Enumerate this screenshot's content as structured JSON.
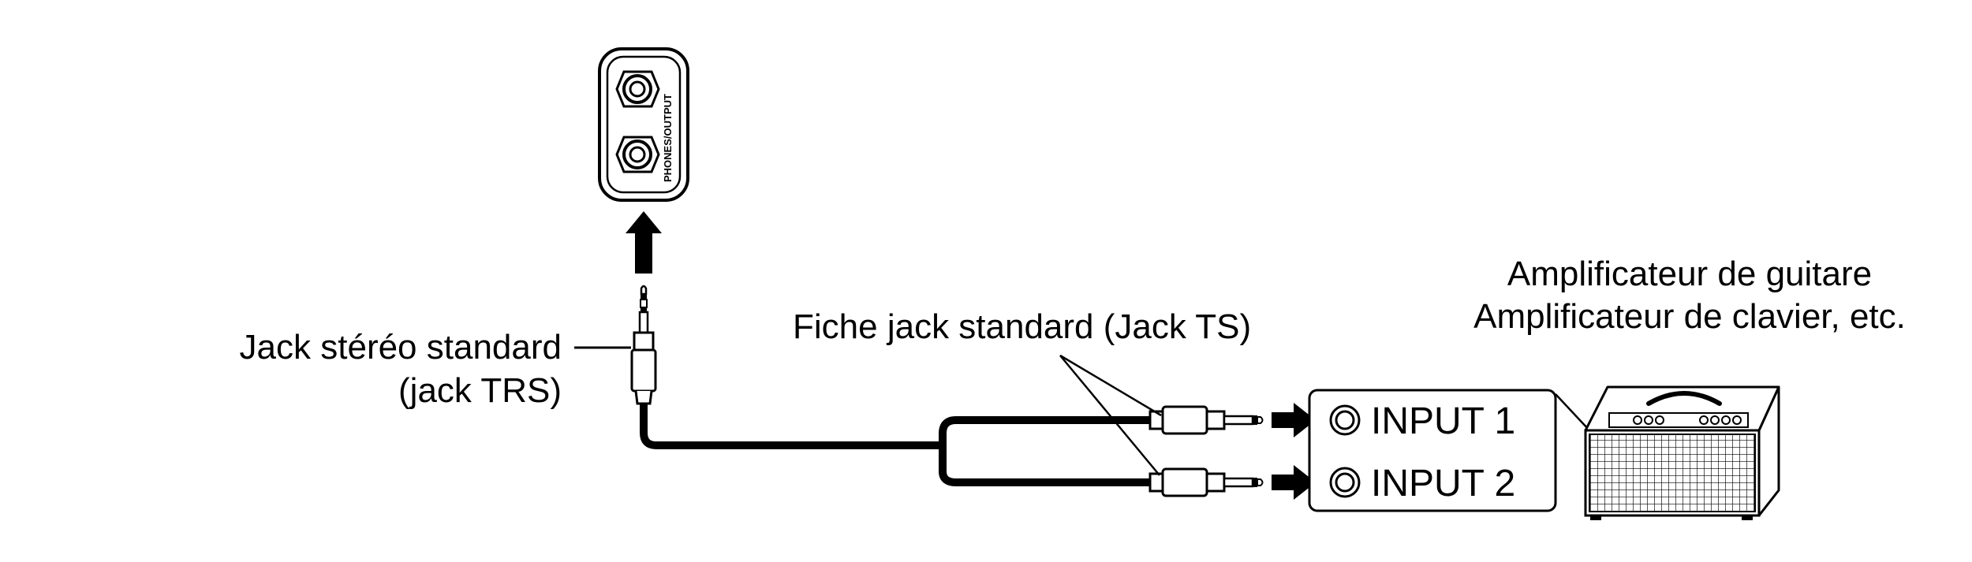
{
  "panel": {
    "label": "PHONES/OUTPUT"
  },
  "trs": {
    "line1": "Jack stéréo standard",
    "line2": "(jack TRS)"
  },
  "ts": {
    "label": "Fiche jack standard (Jack TS)"
  },
  "amp": {
    "line1": "Amplificateur de guitare",
    "line2": "Amplificateur de clavier, etc."
  },
  "inputs": [
    {
      "label": "INPUT 1"
    },
    {
      "label": "INPUT 2"
    }
  ],
  "colors": {
    "ink": "#000000",
    "background": "#ffffff"
  }
}
